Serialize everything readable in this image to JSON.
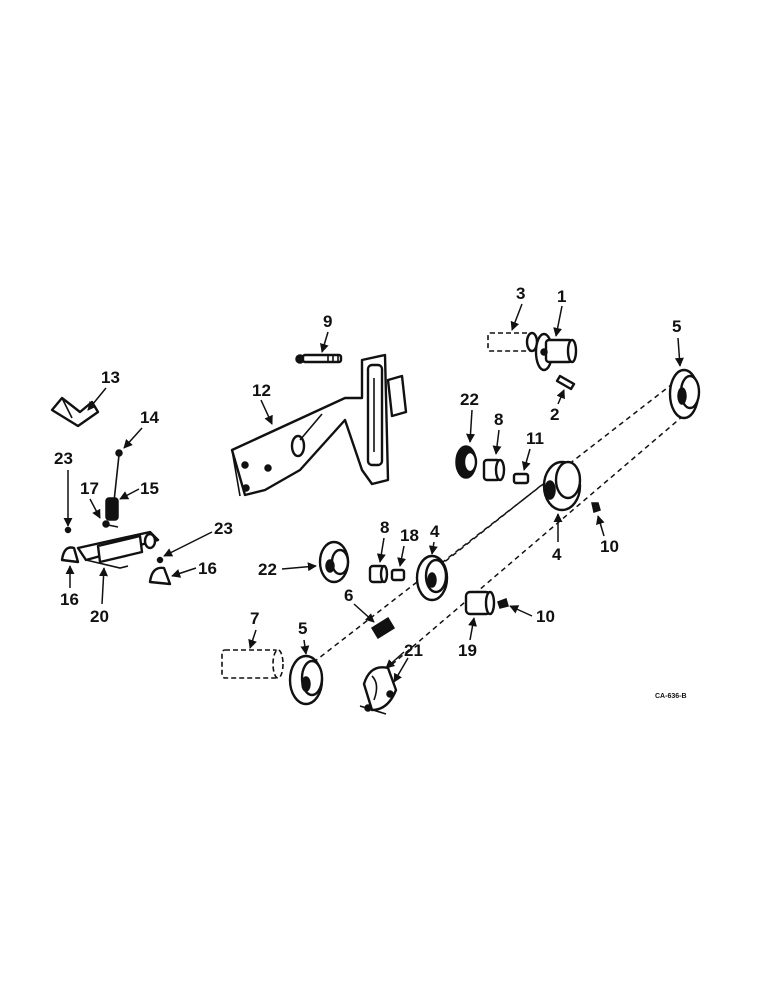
{
  "callouts": {
    "c1": "1",
    "c2": "2",
    "c3": "3",
    "c4a": "4",
    "c4b": "4",
    "c5a": "5",
    "c5b": "5",
    "c6": "6",
    "c7": "7",
    "c8a": "8",
    "c8b": "8",
    "c9": "9",
    "c10a": "10",
    "c10b": "10",
    "c11": "11",
    "c12": "12",
    "c13": "13",
    "c14": "14",
    "c15": "15",
    "c16a": "16",
    "c16b": "16",
    "c17": "17",
    "c18": "18",
    "c19": "19",
    "c20": "20",
    "c21": "21",
    "c22a": "22",
    "c22b": "22",
    "c23a": "23",
    "c23b": "23"
  },
  "drawing_code": "CA-636-B"
}
